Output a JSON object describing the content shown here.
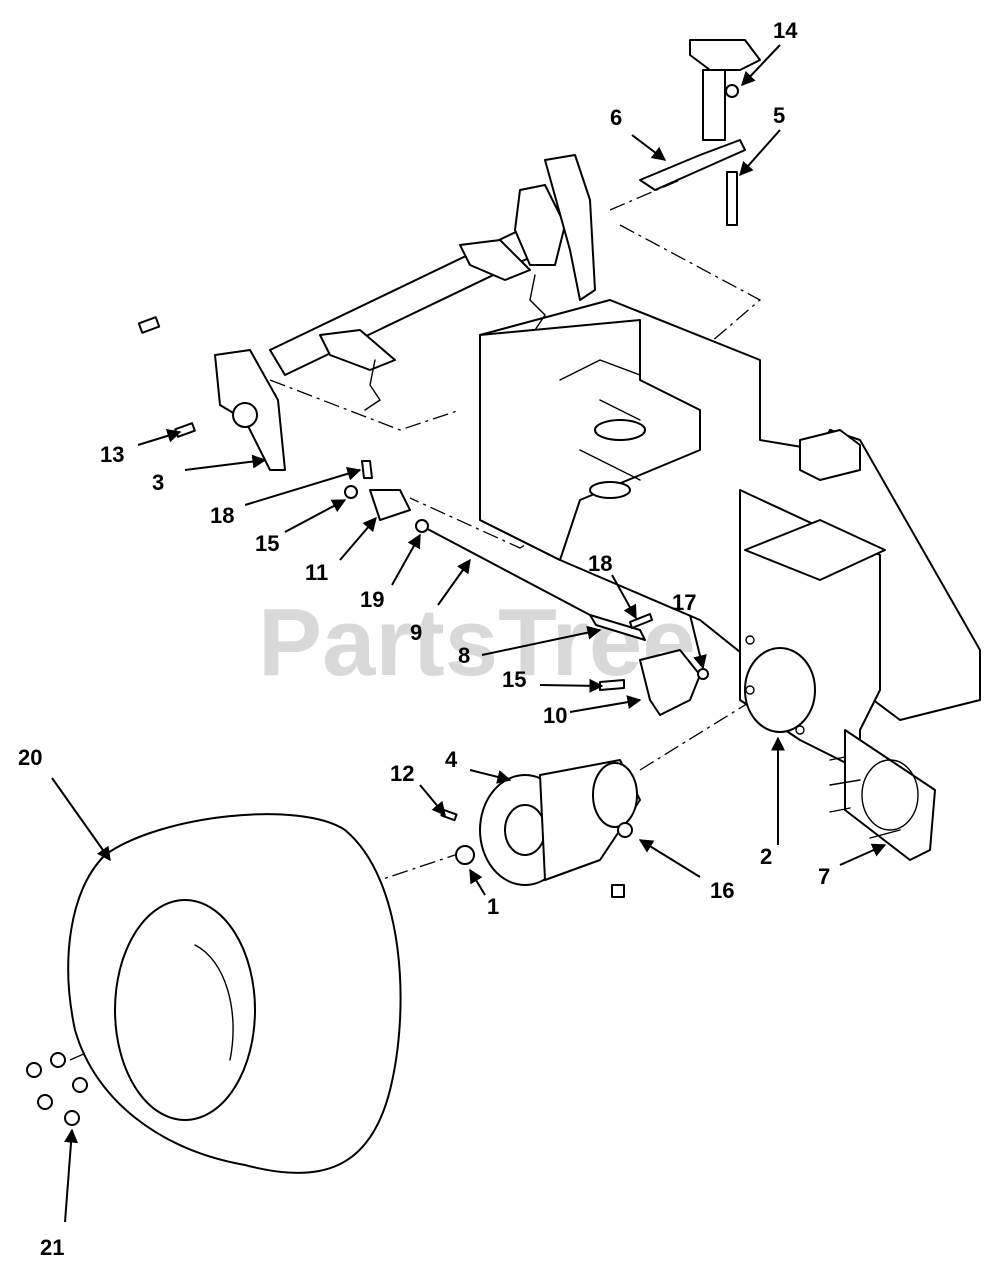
{
  "watermark": {
    "text": "PartsTree",
    "mark": "TM"
  },
  "callouts": [
    "1",
    "2",
    "3",
    "4",
    "5",
    "6",
    "7",
    "8",
    "9",
    "10",
    "11",
    "12",
    "13",
    "14",
    "15",
    "15",
    "16",
    "17",
    "18",
    "18",
    "19",
    "20",
    "21"
  ]
}
